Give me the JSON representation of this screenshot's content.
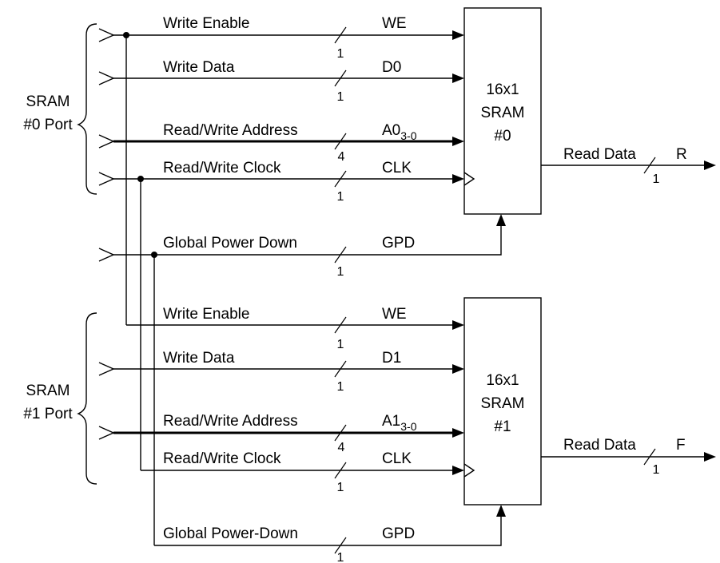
{
  "groups": {
    "sram0": {
      "line1": "SRAM",
      "line2": "#0 Port"
    },
    "sram1": {
      "line1": "SRAM",
      "line2": "#1 Port"
    }
  },
  "sram0": {
    "block": {
      "line1": "16x1",
      "line2": "SRAM",
      "line3": "#0"
    },
    "we": {
      "label": "Write Enable",
      "signal": "WE",
      "width": "1"
    },
    "data": {
      "label": "Write Data",
      "signal": "D0",
      "width": "1"
    },
    "addr": {
      "label": "Read/Write Address",
      "signal": "A0",
      "subscript": "3-0",
      "width": "4"
    },
    "clk": {
      "label": "Read/Write Clock",
      "signal": "CLK",
      "width": "1"
    },
    "out": {
      "label": "Read Data",
      "signal": "R",
      "width": "1"
    }
  },
  "gpd0": {
    "label": "Global Power Down",
    "signal": "GPD",
    "width": "1"
  },
  "sram1": {
    "block": {
      "line1": "16x1",
      "line2": "SRAM",
      "line3": "#1"
    },
    "we": {
      "label": "Write Enable",
      "signal": "WE",
      "width": "1"
    },
    "data": {
      "label": "Write Data",
      "signal": "D1",
      "width": "1"
    },
    "addr": {
      "label": "Read/Write Address",
      "signal": "A1",
      "subscript": "3-0",
      "width": "4"
    },
    "clk": {
      "label": "Read/Write Clock",
      "signal": "CLK",
      "width": "1"
    },
    "out": {
      "label": "Read Data",
      "signal": "F",
      "width": "1"
    }
  },
  "gpd1": {
    "label": "Global Power-Down",
    "signal": "GPD",
    "width": "1"
  }
}
